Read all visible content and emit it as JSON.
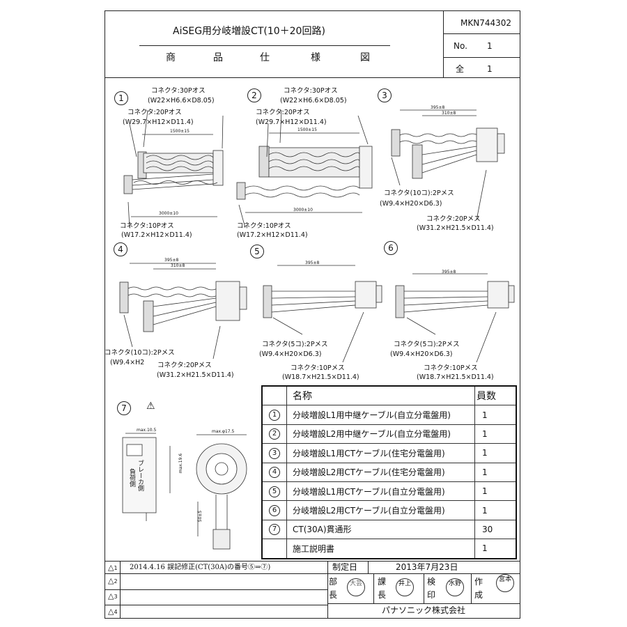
{
  "header": {
    "title": "AiSEG用分岐増設CT(10＋20回路)",
    "subtitle_chars": [
      "商",
      "品",
      "仕",
      "様",
      "図"
    ],
    "model_no": "MKN744302",
    "sheet_label": "No.",
    "sheet_no": "1",
    "total_label": "全",
    "total_no": "1"
  },
  "diagrams": {
    "d1": {
      "num": "1",
      "top_conn_label": "コネクタ:30Pオス",
      "top_conn_dims": "(W22×H6.6×D8.05)",
      "mid_conn_label": "コネクタ:20Pオス",
      "mid_conn_dims": "(W29.7×H12×D11.4)",
      "len_upper": "1500±15",
      "len_lower": "3000±10",
      "bottom_conn_label": "コネクタ:10Pオス",
      "bottom_conn_dims": "(W17.2×H12×D11.4)"
    },
    "d2": {
      "num": "2",
      "top_conn_label": "コネクタ:30Pオス",
      "top_conn_dims": "(W22×H6.6×D8.05)",
      "mid_conn_label": "コネクタ:20Pオス",
      "mid_conn_dims": "(W29.7×H12×D11.4)",
      "len_upper": "1500±15",
      "len_lower": "3000±10",
      "bottom_conn_label": "コネクタ:10Pオス",
      "bottom_conn_dims": "(W17.2×H12×D11.4)"
    },
    "d3": {
      "num": "3",
      "len_upper": "395±8",
      "len_lower": "310±8",
      "conn_a_label": "コネクタ(10コ):2Pメス",
      "conn_a_dims": "(W9.4×H20×D6.3)",
      "conn_b_label": "コネクタ:20Pメス",
      "conn_b_dims": "(W31.2×H21.5×D11.4)"
    },
    "d4": {
      "num": "4",
      "len_upper": "395±8",
      "len_lower": "310±8",
      "conn_a_label": "コネクタ(10コ):2Pメス",
      "conn_a_dims": "(W9.4×H2",
      "conn_b_label": "コネクタ:20Pメス",
      "conn_b_dims": "(W31.2×H21.5×D11.4)"
    },
    "d5": {
      "num": "5",
      "len": "395±8",
      "conn_a_label": "コネクタ(5コ):2Pメス",
      "conn_a_dims": "(W9.4×H20×D6.3)",
      "conn_b_label": "コネクタ:10Pメス",
      "conn_b_dims": "(W18.7×H21.5×D11.4)"
    },
    "d6": {
      "num": "6",
      "len": "395±8",
      "conn_a_label": "コネクタ(5コ):2Pメス",
      "conn_a_dims": "(W9.4×H20×D6.3)",
      "conn_b_label": "コネクタ:10Pメス",
      "conn_b_dims": "(W18.7×H21.5×D11.4)"
    },
    "d7": {
      "num": "7",
      "warning": "⚠",
      "dim_top_left": "max.10.5",
      "dim_top_right": "max.φ17.5",
      "dim_side": "max.19.6",
      "dim_lead": "50±5",
      "label_line1": "負荷側",
      "label_line2": "ブレーカ側"
    }
  },
  "parts_table": {
    "headers": {
      "name": "名称",
      "qty": "員数"
    },
    "rows": [
      {
        "no": "1",
        "name": "分岐増設L1用中継ケーブル(自立分電盤用)",
        "qty": "1"
      },
      {
        "no": "2",
        "name": "分岐増設L2用中継ケーブル(自立分電盤用)",
        "qty": "1"
      },
      {
        "no": "3",
        "name": "分岐増設L1用CTケーブル(住宅分電盤用)",
        "qty": "1"
      },
      {
        "no": "4",
        "name": "分岐増設L2用CTケーブル(住宅分電盤用)",
        "qty": "1"
      },
      {
        "no": "5",
        "name": "分岐増設L1用CTケーブル(自立分電盤用)",
        "qty": "1"
      },
      {
        "no": "6",
        "name": "分岐増設L2用CTケーブル(自立分電盤用)",
        "qty": "1"
      },
      {
        "no": "7",
        "name": "CT(30A)貫通形",
        "qty": "30"
      },
      {
        "no": "",
        "name": "施工説明書",
        "qty": "1"
      }
    ]
  },
  "revisions": [
    {
      "mark": "1",
      "text": "2014.4.16 誤記修正(CT(30A)の番号⑤⇒⑦)"
    },
    {
      "mark": "2",
      "text": ""
    },
    {
      "mark": "3",
      "text": ""
    },
    {
      "mark": "4",
      "text": ""
    }
  ],
  "approval": {
    "date_label": "制定日",
    "date_value": "2013年7月23日",
    "dept_head_label_1": "部",
    "dept_head_label_2": "長",
    "section_head_label_1": "課",
    "section_head_label_2": "長",
    "inspect_label_1": "検",
    "inspect_label_2": "印",
    "author_label_1": "作",
    "author_label_2": "成",
    "stamp_1": "大芸",
    "stamp_2": "井上",
    "stamp_3": "水野",
    "stamp_4": "宮本",
    "company": "パナソニック株式会社"
  }
}
